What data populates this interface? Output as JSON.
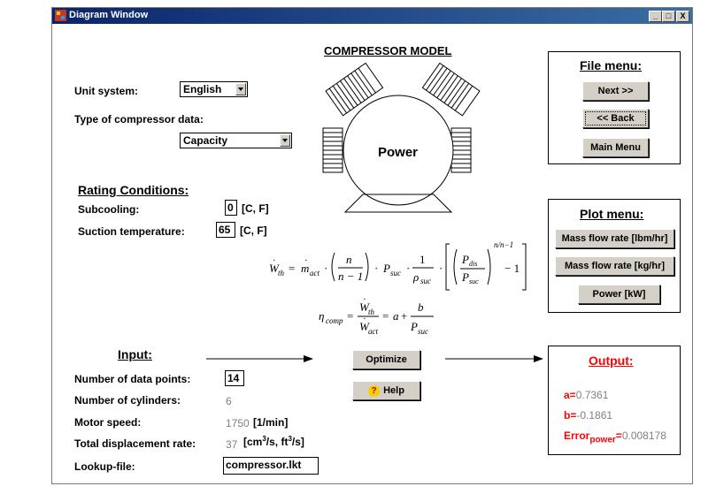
{
  "window": {
    "title": "Diagram Window",
    "btn_min": "_",
    "btn_max": "□",
    "btn_close": "X"
  },
  "heading": "COMPRESSOR MODEL",
  "unit_system": {
    "label": "Unit system:",
    "value": "English"
  },
  "compressor_type": {
    "label": "Type of compressor data:",
    "value": "Capacity"
  },
  "diagram": {
    "label": "Power"
  },
  "rating": {
    "heading": "Rating Conditions:",
    "subcooling_label": "Subcooling:",
    "subcooling_value": "0",
    "subcooling_unit": "[C, F]",
    "suction_label": "Suction temperature:",
    "suction_value": "65",
    "suction_unit": "[C, F]"
  },
  "file_menu": {
    "heading": "File menu:",
    "next": "Next >>",
    "back": "<< Back",
    "main": "Main Menu"
  },
  "plot_menu": {
    "heading": "Plot menu:",
    "mass_lbm": "Mass flow rate [lbm/hr]",
    "mass_kg": "Mass flow rate [kg/hr]",
    "power": "Power [kW]"
  },
  "input": {
    "heading": "Input:",
    "n_points_label": "Number of data points:",
    "n_points_value": "14",
    "n_cyl_label": "Number of cylinders:",
    "n_cyl_value": "6",
    "motor_label": "Motor speed:",
    "motor_value": "1750",
    "motor_unit": "[1/min]",
    "disp_label": "Total displacement rate:",
    "disp_value": "37",
    "lookup_label": "Lookup-file:",
    "lookup_value": "compressor.lkt"
  },
  "actions": {
    "optimize": "Optimize",
    "help": "Help",
    "help_icon": "question-icon"
  },
  "output": {
    "heading": "Output:",
    "a_label": "a=",
    "a_value": "0.7361",
    "b_label": "b=",
    "b_value": "-0.1861",
    "err_label": "Error",
    "err_sub": "power",
    "err_eq": "=",
    "err_value": "0.008178"
  },
  "colors": {
    "title_bar": "#0a246a",
    "button_face": "#d4d0c8",
    "output_red": "#ff0000",
    "value_gray": "#808080"
  }
}
